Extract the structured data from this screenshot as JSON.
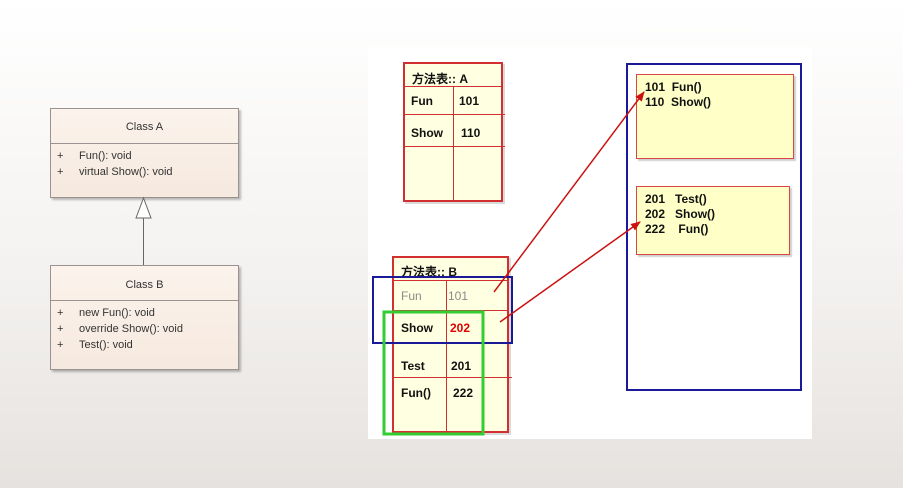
{
  "uml": {
    "class_a": {
      "name": "Class A",
      "members": [
        {
          "vis": "+",
          "sig": "Fun(): void"
        },
        {
          "vis": "+",
          "sig": "virtual Show(): void"
        }
      ]
    },
    "class_b": {
      "name": "Class B",
      "members": [
        {
          "vis": "+",
          "sig": "new Fun(): void"
        },
        {
          "vis": "+",
          "sig": "override Show(): void"
        },
        {
          "vis": "+",
          "sig": "Test(): void"
        }
      ]
    }
  },
  "method_table_a": {
    "title": "方法表:: A",
    "rows": [
      {
        "name": "Fun",
        "slot": "101"
      },
      {
        "name": "Show",
        "slot": "110"
      }
    ]
  },
  "method_table_b": {
    "title": "方法表:: B",
    "rows": [
      {
        "name": "Fun",
        "slot": "101"
      },
      {
        "name": "Show",
        "slot": "202"
      },
      {
        "name": "Test",
        "slot": "201"
      },
      {
        "name": "Fun()",
        "slot": "222"
      }
    ]
  },
  "method_box_a": {
    "lines": [
      "101  Fun()",
      "110  Show()"
    ]
  },
  "method_box_b": {
    "lines": [
      "201   Test()",
      "202   Show()",
      "222    Fun()"
    ]
  },
  "colors": {
    "table_border": "#d23030",
    "table_fill": "#ffffe1",
    "arrow": "#cc1111",
    "blue_frame": "#1a1a99",
    "green_frame": "#33cc33",
    "highlight_text": "#e00000"
  }
}
